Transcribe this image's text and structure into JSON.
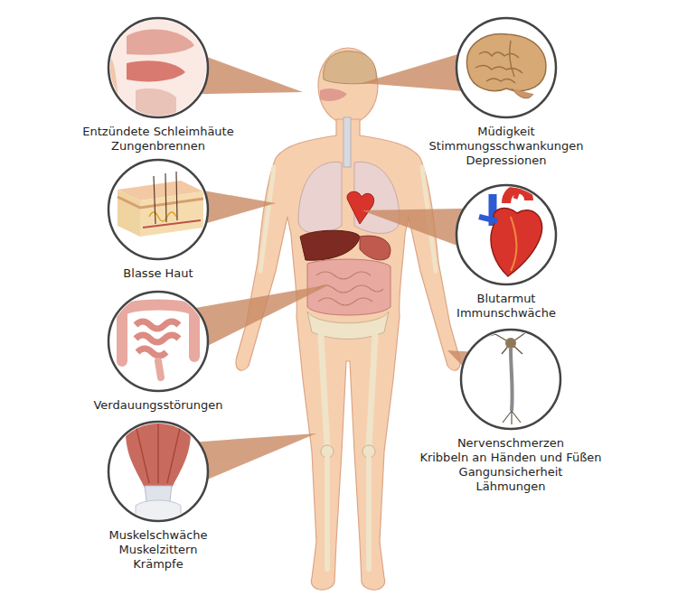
{
  "diagram": {
    "nodes": [
      {
        "text": [
          "Entzündete Schleimhäute",
          "Zungenbrennen"
        ]
      },
      {
        "text": [
          "Müdigkeit",
          "Stimmungsschwankungen",
          "Depressionen"
        ]
      },
      {
        "text": [
          "Blasse Haut"
        ]
      },
      {
        "text": [
          "Blutarmut",
          "Immunschwäche"
        ]
      },
      {
        "text": [
          "Verdauungsstörungen"
        ]
      },
      {
        "text": [
          "Nervenschmerzen",
          "Kribbeln an Händen und Füßen",
          "Gangunsicherheit",
          "Lähmungen"
        ]
      },
      {
        "text": [
          "Muskelschwäche",
          "Muskelzittern",
          "Krämpfe"
        ]
      }
    ]
  }
}
